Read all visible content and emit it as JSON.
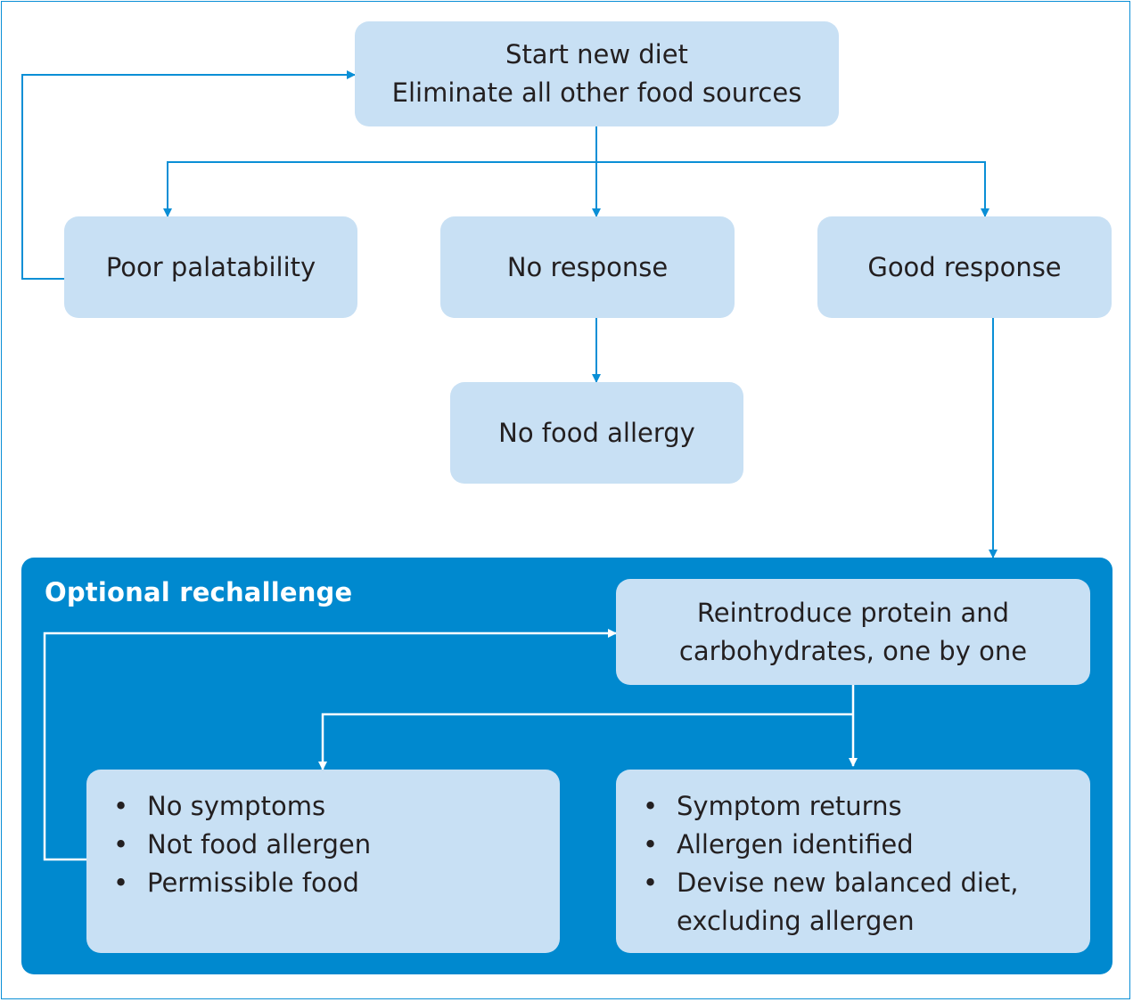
{
  "start": {
    "line1": "Start new diet",
    "line2": "Eliminate all other food sources"
  },
  "poor": "Poor palatability",
  "noresp": "No response",
  "good": "Good response",
  "noallergy": "No food allergy",
  "rechallenge": {
    "title": "Optional rechallenge",
    "reintro": {
      "line1": "Reintroduce protein and",
      "line2": "carbohydrates, one by one"
    },
    "left_items": [
      "No symptoms",
      "Not food allergen",
      "Permissible food"
    ],
    "right_items": [
      "Symptom returns",
      "Allergen identified",
      "Devise new balanced diet,",
      "excluding allergen"
    ]
  },
  "colors": {
    "box": "#c8e0f4",
    "panel": "#0089cf",
    "arrow": "#0a8fd6",
    "text": "#231f20"
  }
}
